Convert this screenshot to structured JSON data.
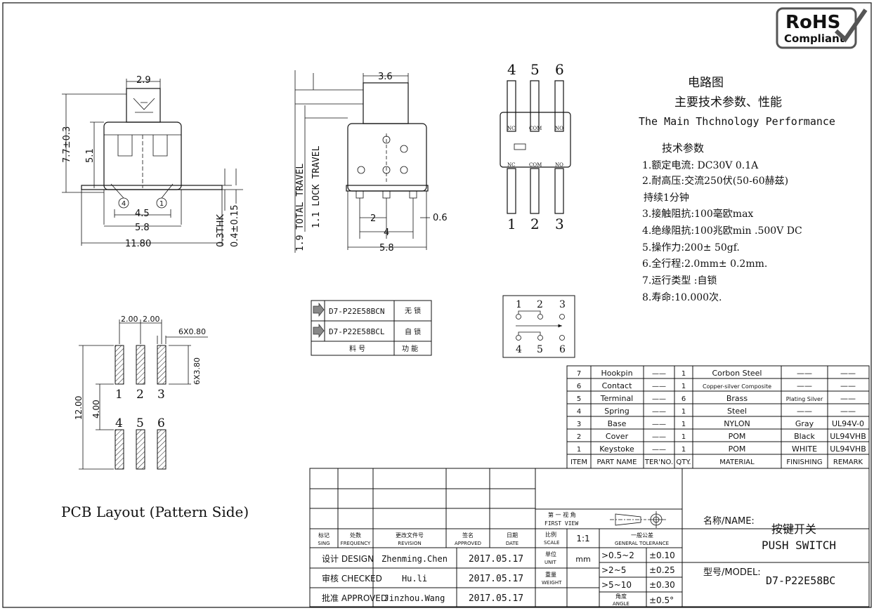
{
  "rohs": {
    "line1": "RoHS",
    "line2": "Compliant"
  },
  "front_view": {
    "dim_top": "2.9",
    "dim_height": "7.7±0.3",
    "dim_body": "5.1",
    "pin_left": "4",
    "pin_right": "1",
    "dim_pitch": "4.5",
    "dim_body_width": "5.8",
    "dim_total_width": "11.80",
    "dim_thk": "0.3THK",
    "dim_lead": "0.4±0.15"
  },
  "side_view": {
    "dim_top": "3.6",
    "total_travel": "1.9 TOTAL TRAVEL",
    "lock_travel": "1.1 LOCK TRAVEL",
    "dim_pin_gap": "2",
    "dim_pin_span": "4",
    "dim_pin_width": "0.6",
    "dim_body_width": "5.8"
  },
  "circuit": {
    "top_pins": [
      "4",
      "5",
      "6"
    ],
    "bottom_pins": [
      "1",
      "2",
      "3"
    ],
    "top_terms": [
      "NC",
      "COM",
      "NO"
    ],
    "bottom_terms": [
      "NC",
      "COM",
      "NO"
    ]
  },
  "specs": {
    "title_cn": "电路图",
    "subtitle_cn": "主要技术参数、性能",
    "subtitle_en": "The Main Thchnology Performance",
    "section": "技术参数",
    "items": [
      "1.额定电流: DC30V  0.1A",
      "2.耐高压:交流250伏(50-60赫兹)",
      "持续1分钟",
      "3.接触阻抗:100毫欧max",
      "4.绝缘阻抗:100兆欧min .500V DC",
      "5.操作力:200± 50gf.",
      "6.全行程:2.0mm± 0.2mm.",
      "7.运行类型 :自锁",
      "8.寿命:10.000次."
    ]
  },
  "models": {
    "rows": [
      {
        "part": "D7-P22E58BCN",
        "func": "无 锁"
      },
      {
        "part": "D7-P22E58BCL",
        "func": "自 锁"
      }
    ],
    "footer_part": "料 号",
    "footer_func": "功 能"
  },
  "pcb": {
    "dim_pitch_a": "2.00",
    "dim_pitch_b": "2.00",
    "dim_pad_w": "6X0.80",
    "dim_pad_h": "6X3.80",
    "dim_total": "12.00",
    "dim_gap": "4.00",
    "top_labels": [
      "1",
      "2",
      "3"
    ],
    "bottom_labels": [
      "4",
      "5",
      "6"
    ],
    "caption": "PCB Layout (Pattern Side)"
  },
  "switch_symbol": {
    "top": [
      "1",
      "2",
      "3"
    ],
    "bottom": [
      "4",
      "5",
      "6"
    ]
  },
  "bom": {
    "rows": [
      {
        "item": "7",
        "part": "Hookpin",
        "tern": "——",
        "qty": "1",
        "material": "Corbon Steel",
        "finishing": "——",
        "remark": "——"
      },
      {
        "item": "6",
        "part": "Contact",
        "tern": "——",
        "qty": "1",
        "material": "Copper-silver Composite",
        "finishing": "——",
        "remark": "——"
      },
      {
        "item": "5",
        "part": "Terminal",
        "tern": "——",
        "qty": "6",
        "material": "Brass",
        "finishing": "Plating Silver",
        "remark": "——"
      },
      {
        "item": "4",
        "part": "Spring",
        "tern": "——",
        "qty": "1",
        "material": "Steel",
        "finishing": "——",
        "remark": "——"
      },
      {
        "item": "3",
        "part": "Base",
        "tern": "——",
        "qty": "1",
        "material": "NYLON",
        "finishing": "Gray",
        "remark": "UL94V-0"
      },
      {
        "item": "2",
        "part": "Cover",
        "tern": "——",
        "qty": "1",
        "material": "POM",
        "finishing": "Black",
        "remark": "UL94VHB"
      },
      {
        "item": "1",
        "part": "Keystoke",
        "tern": "——",
        "qty": "1",
        "material": "POM",
        "finishing": "WHITE",
        "remark": "UL94VHB"
      }
    ],
    "header": {
      "item": "ITEM",
      "part": "PART NAME",
      "tern": "TER'NO.",
      "qty": "QTY.",
      "material": "MATERIAL",
      "finishing": "FINISHING",
      "remark": "REMARK"
    }
  },
  "title_block": {
    "rev_headers": [
      {
        "cn": "标记",
        "en": "SING"
      },
      {
        "cn": "处数",
        "en": "FREQUENCY"
      },
      {
        "cn": "更改文件号",
        "en": "REVISION"
      },
      {
        "cn": "签名",
        "en": "APPROVED"
      },
      {
        "cn": "日期",
        "en": "DATE"
      }
    ],
    "signoffs": [
      {
        "role": "设计 DESIGN",
        "name": "Zhenming.Chen",
        "date": "2017.05.17"
      },
      {
        "role": "审核 CHECKED",
        "name": "Hu.li",
        "date": "2017.05.17"
      },
      {
        "role": "批准 APPROVED",
        "name": "Jinzhou.Wang",
        "date": "2017.05.17"
      }
    ],
    "projection_cn": "第 一 视 角",
    "projection_en": "FIRST VIEW",
    "scale_cn": "比例",
    "scale_en": "SCALE",
    "scale_value": "1:1",
    "tolerance_cn": "一般公差",
    "tolerance_en": "GENERAL TOLERANCE",
    "unit_cn": "单位",
    "unit_en": "UNIT",
    "unit_value": "mm",
    "weight_cn": "重量",
    "weight_en": "WEIGHT",
    "angle_cn": "角度",
    "angle_en": "ANGLE",
    "tolerances": [
      {
        "range": ">0.5~2",
        "tol": "±0.10"
      },
      {
        "range": ">2~5",
        "tol": "±0.25"
      },
      {
        "range": ">5~10",
        "tol": "±0.30"
      }
    ],
    "angle_tol": "±0.5°",
    "name_label": "名称/NAME:",
    "name_cn": "按键开关",
    "name_en": "PUSH SWITCH",
    "model_label": "型号/MODEL:",
    "model_value": "D7-P22E58BC"
  }
}
